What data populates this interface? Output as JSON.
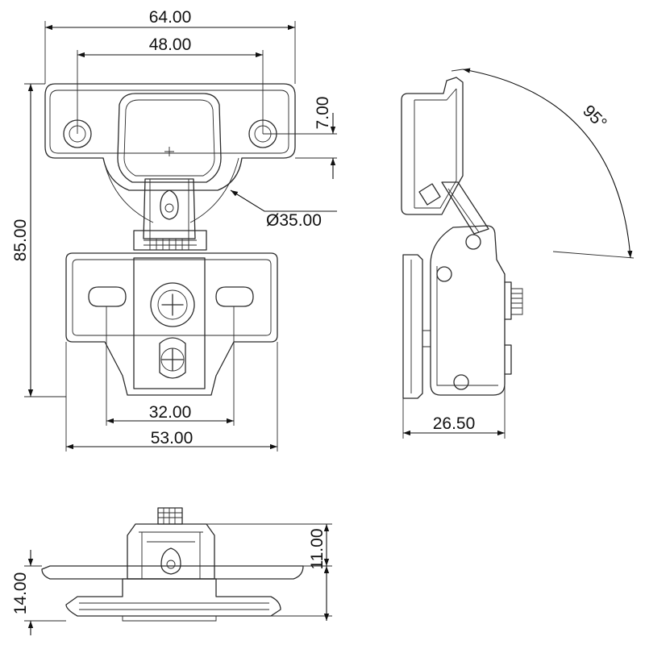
{
  "dimensions": {
    "overall_width": "64.00",
    "hole_spacing": "48.00",
    "hole_offset": "7.00",
    "cup_diameter": "Ø35.00",
    "overall_length": "85.00",
    "plate_hole_spacing": "32.00",
    "plate_width": "53.00",
    "depth": "26.50",
    "opening_angle": "95°",
    "height_upper": "11.00",
    "height_base": "14.00"
  },
  "colors": {
    "line": "#2b2b2b",
    "dimension": "#111111",
    "background": "#ffffff"
  }
}
